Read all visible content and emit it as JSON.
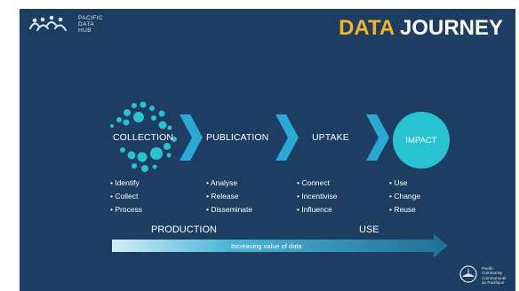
{
  "logo": {
    "line1": "PACIFIC",
    "line2": "DATA",
    "line3": "HUB"
  },
  "title": {
    "part1": "DATA",
    "part2": "JOURNEY"
  },
  "stages": [
    {
      "label": "COLLECTION",
      "items": [
        "Identify",
        "Collect",
        "Process"
      ]
    },
    {
      "label": "PUBLICATION",
      "items": [
        "Analyse",
        "Release",
        "Disseminate"
      ]
    },
    {
      "label": "UPTAKE",
      "items": [
        "Connect",
        "Incentivise",
        "Influence"
      ]
    },
    {
      "label": "IMPACT",
      "items": [
        "Use",
        "Change",
        "Reuse"
      ]
    }
  ],
  "sections": {
    "production": "PRODUCTION",
    "use": "USE"
  },
  "arrow_label": "Increasing value of data",
  "footer_logo": {
    "line1": "Pacific",
    "line2": "Community",
    "line3": "Communauté",
    "line4": "du Pacifique"
  },
  "colors": {
    "background": "#1d3d62",
    "accent": "#f3b323",
    "cyan": "#28c3d1",
    "chevron": "#2aa9d6"
  }
}
